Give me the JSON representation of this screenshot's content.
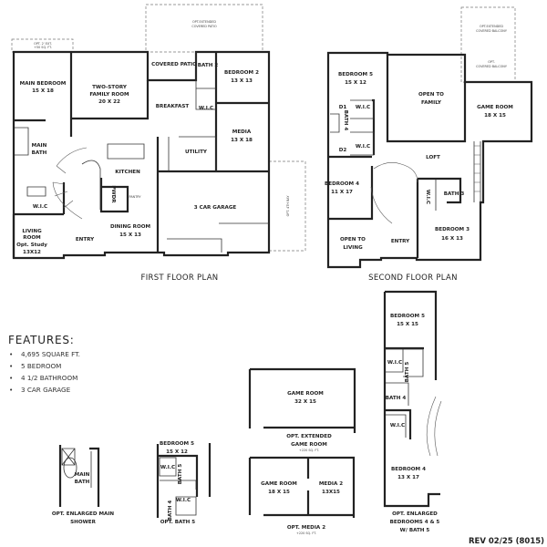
{
  "first_floor": {
    "title": "FIRST FLOOR PLAN",
    "opt_extended_patio": [
      "OPT.EXTENDED",
      "COVERED PATIO"
    ],
    "opt_2ft_ext": [
      "OPT. 2' EXT.",
      "+50 SQ. FT."
    ],
    "opt_4th_bay": "OPT. 4TH BAY",
    "rooms": {
      "main_bedroom": [
        "MAIN BEDROOM",
        "15 X 18"
      ],
      "family_room": [
        "TWO-STORY",
        "FAMILY ROOM",
        "20 X 22"
      ],
      "covered_patio": "COVERED PATIO",
      "bath2": "BATH 2",
      "bedroom2": [
        "BEDROOM 2",
        "13 X 13"
      ],
      "breakfast": "BREAKFAST",
      "wic": "W.I.C",
      "media": [
        "MEDIA",
        "13 X 18"
      ],
      "utility": "UTILITY",
      "kitchen": "KITCHEN",
      "main_bath": [
        "MAIN",
        "BATH"
      ],
      "pwdr": "PWDR",
      "pantry": "PANTRY",
      "main_wic": "W.I.C",
      "garage": "3 CAR GARAGE",
      "dining": [
        "DINING ROOM",
        "15 X 13"
      ],
      "living": [
        "LIVING",
        "ROOM",
        "Opt. Study",
        "13X12"
      ],
      "entry": "ENTRY"
    }
  },
  "second_floor": {
    "title": "SECOND FLOOR PLAN",
    "opt_extended_balcony": [
      "OPT.EXTENDED",
      "COVERED BALCONY"
    ],
    "opt_balcony": [
      "OPT.",
      "COVERED BALCONY"
    ],
    "rooms": {
      "bedroom5": [
        "BEDROOM 5",
        "15 X 12"
      ],
      "open_family": [
        "OPEN TO",
        "FAMILY"
      ],
      "game_room": [
        "GAME ROOM",
        "18 X 15"
      ],
      "d1": "D1",
      "wic1": "W.I.C",
      "bath4": "BATH 4",
      "d2": "D2",
      "wic2": "W.I.C",
      "loft": "LOFT",
      "bedroom4": [
        "BEDROOM 4",
        "11 X 17"
      ],
      "wic3": "W.I.C",
      "bath3": "BATH 3",
      "bedroom3": [
        "BEDROOM 3",
        "16 X 13"
      ],
      "open_living": [
        "OPEN TO",
        "LIVING"
      ],
      "entry": "ENTRY"
    }
  },
  "features": {
    "title": "FEATURES:",
    "items": [
      "4,695 SQUARE FT.",
      "5 BEDROOM",
      "4 1/2 BATHROOM",
      "3 CAR GARAGE"
    ]
  },
  "options": {
    "main_shower": {
      "main_bath": [
        "MAIN",
        "BATH"
      ],
      "caption": [
        "OPT. ENLARGED MAIN",
        "SHOWER"
      ]
    },
    "bath5": {
      "bedroom5": [
        "BEDROOM 5",
        "15 X 12"
      ],
      "wic1": "W.I.C",
      "bath5": "BATH 5",
      "bath4": "BATH 4",
      "wic2": "W.I.C",
      "caption": "OPT. BATH 5"
    },
    "ext_game": {
      "room": [
        "GAME ROOM",
        "32 X 15"
      ],
      "caption": [
        "OPT. EXTENDED",
        "GAME ROOM"
      ],
      "note": "+220 SQ. FT."
    },
    "media2": {
      "game": [
        "GAME ROOM",
        "18 X 15"
      ],
      "media": [
        "MEDIA 2",
        "13X15"
      ],
      "caption": "OPT. MEDIA 2",
      "note": "+220 SQ. FT."
    },
    "enlarged": {
      "bedroom5": [
        "BEDROOM 5",
        "15 X 15"
      ],
      "wic1": "W.I.C",
      "bath5": "BATH 5",
      "bath4": "BATH 4",
      "wic2": "W.I.C",
      "bedroom4": [
        "BEDROOM 4",
        "13 X 17"
      ],
      "caption": [
        "OPT. ENLARGED",
        "BEDROOMS 4 & 5",
        "W/ BATH 5"
      ]
    }
  },
  "revision": "REV 02/25 (8015)"
}
